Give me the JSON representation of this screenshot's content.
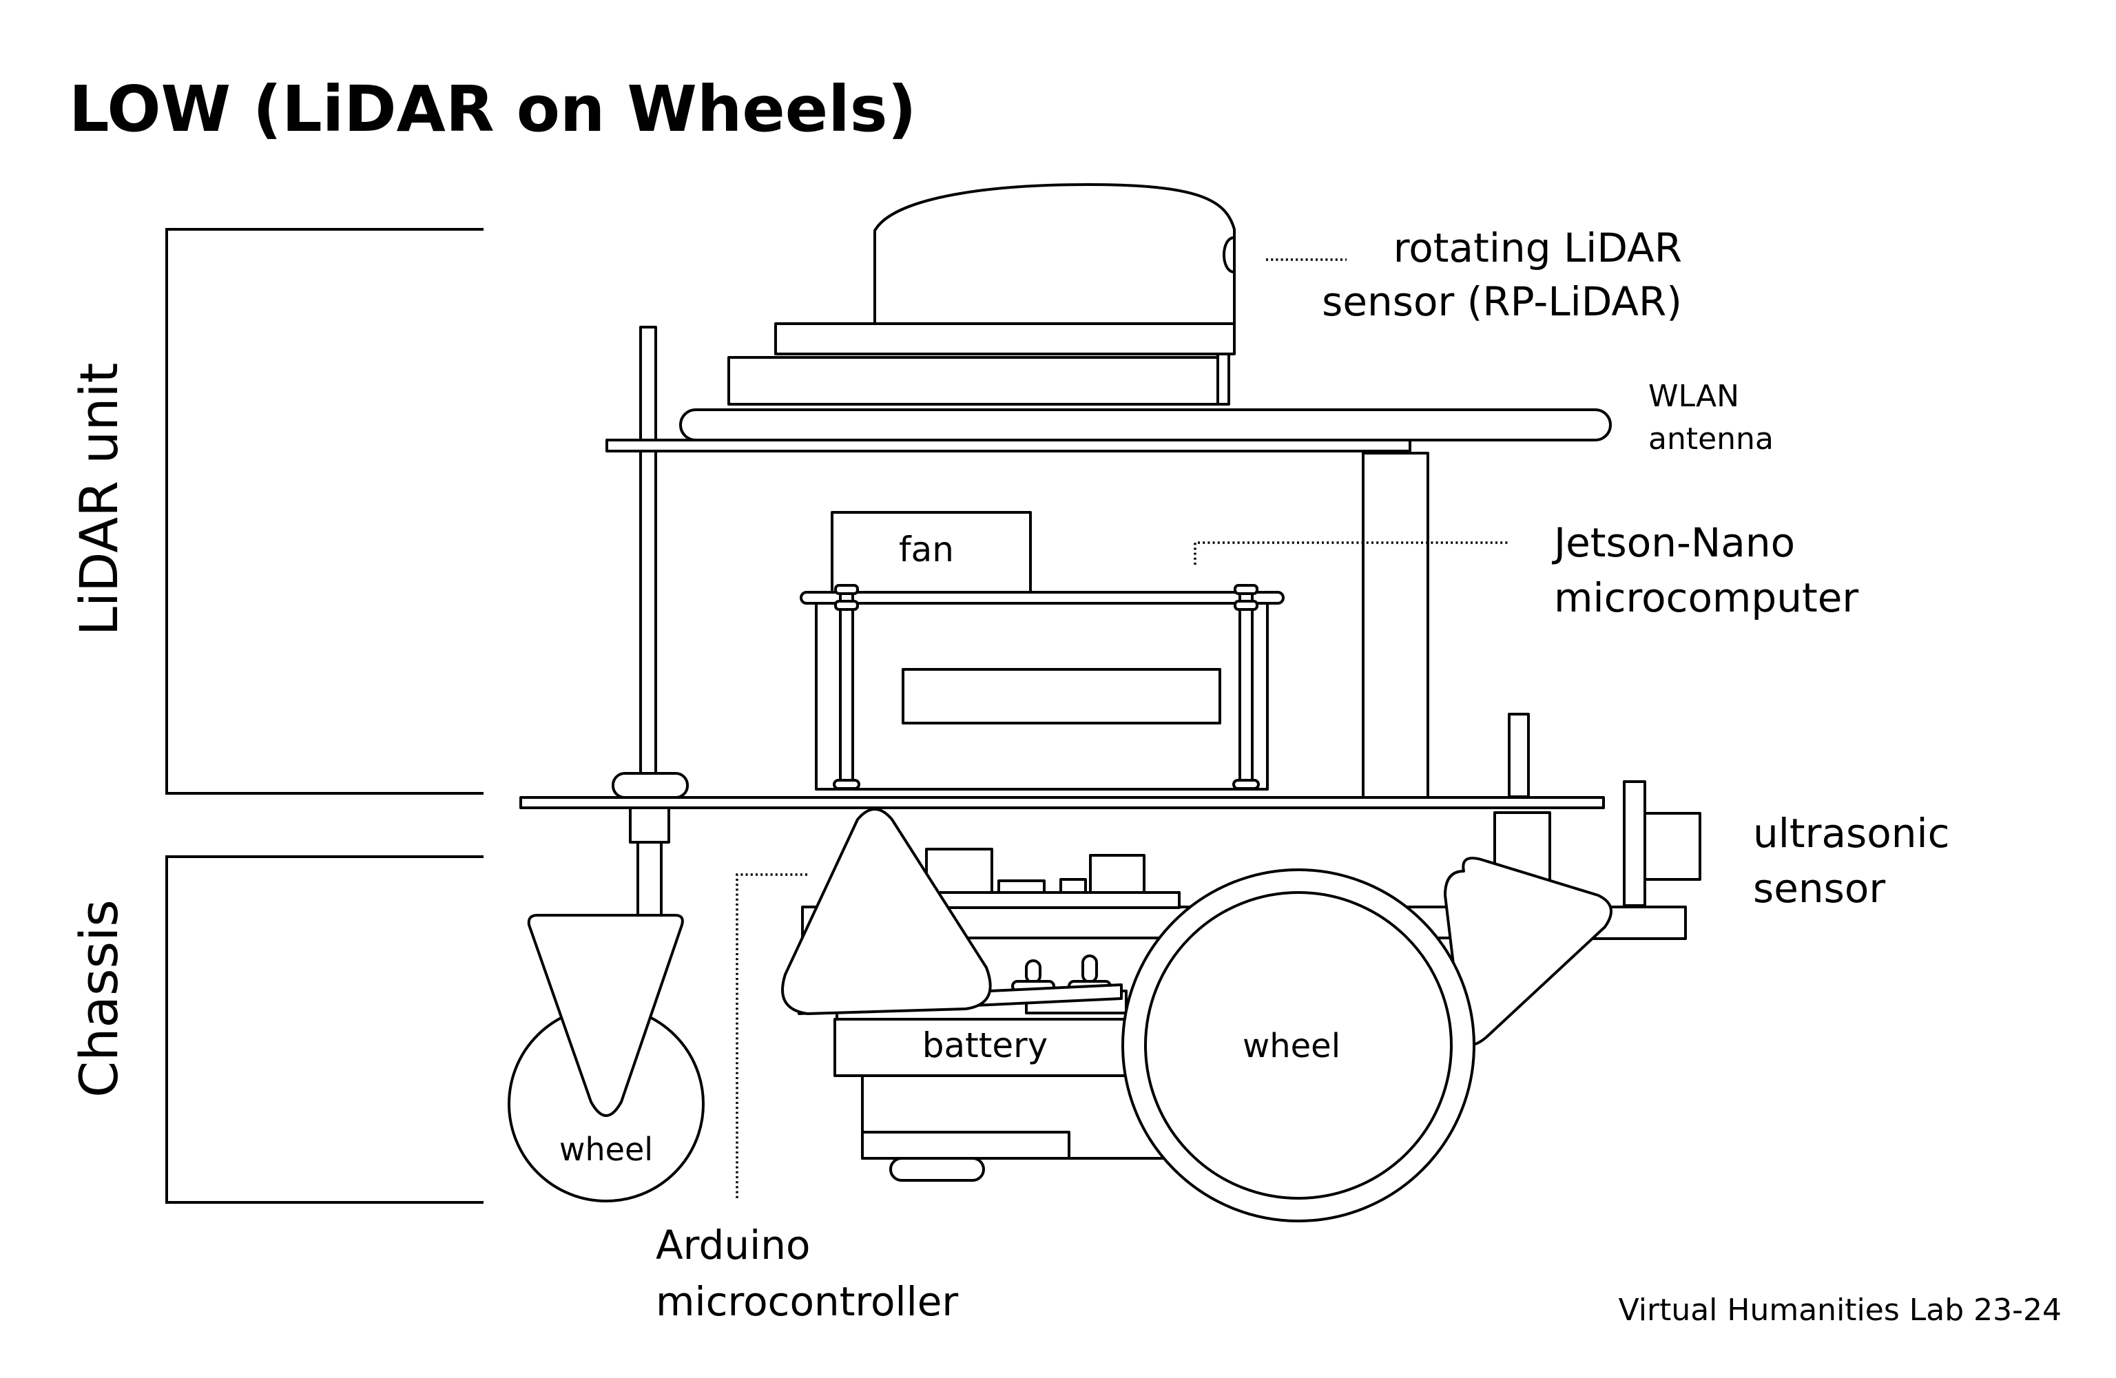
{
  "title": "LOW (LiDAR on Wheels)",
  "sections": {
    "lidar_unit": "LiDAR unit",
    "chassis": "Chassis"
  },
  "labels": {
    "lidar_sensor": [
      "rotating LiDAR",
      "sensor (RP-LiDAR)"
    ],
    "wlan_antenna": [
      "WLAN",
      "antenna"
    ],
    "jetson_nano": [
      "Jetson-Nano",
      "microcomputer"
    ],
    "ultrasonic_sensor": [
      "ultrasonic",
      "sensor"
    ],
    "arduino": [
      "Arduino",
      "microcontroller"
    ],
    "fan": "fan",
    "battery": "battery",
    "wheel_rear": "wheel",
    "wheel_front": "wheel"
  },
  "credit": "Virtual Humanities Lab 23-24"
}
